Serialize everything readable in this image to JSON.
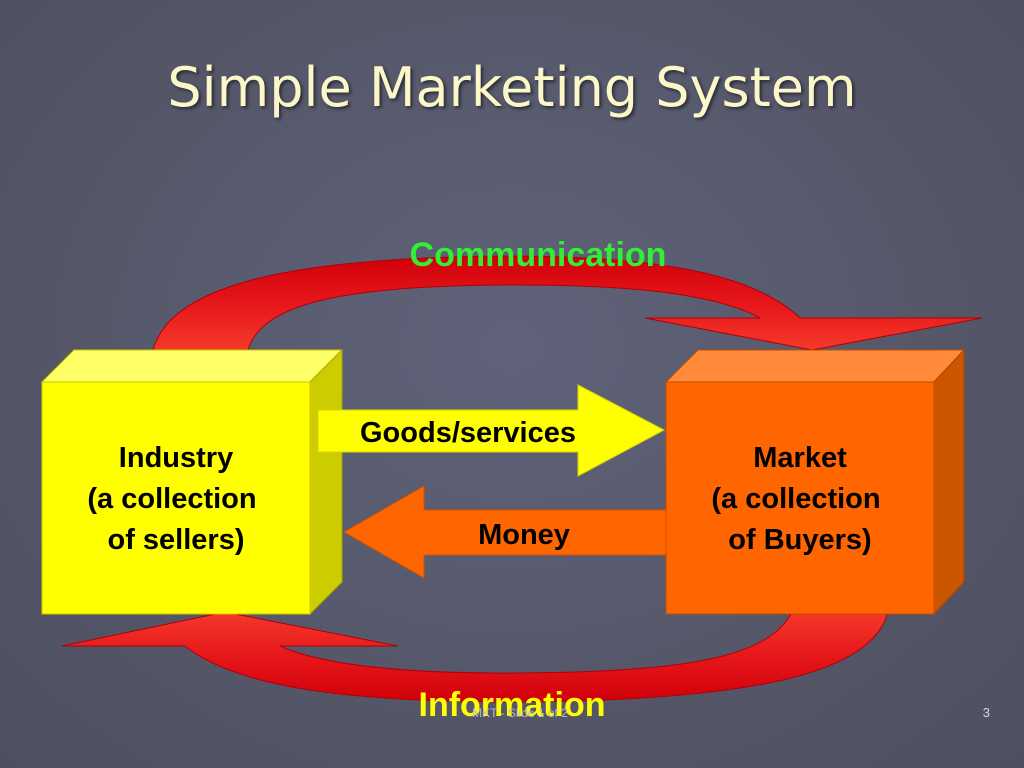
{
  "slide": {
    "title": "Simple Marketing System",
    "footer": "MKT - Slide 1 of 2",
    "slide_number": "3"
  },
  "diagram": {
    "top_flow_label": "Communication",
    "bottom_flow_label": "Information",
    "goods_label": "Goods/services",
    "money_label": "Money",
    "industry": {
      "line1": "Industry",
      "line2": "(a collection",
      "line3": "of sellers)"
    },
    "market": {
      "line1": "Market",
      "line2": "(a collection",
      "line3": "of Buyers)"
    }
  },
  "colors": {
    "background": "#585a6c",
    "title": "#fbf7c8",
    "communication": "#33ee33",
    "information": "#ffff00",
    "flow_arrows": "#e8191c",
    "industry_box": "#ffff00",
    "market_box": "#ff6600",
    "goods_arrow": "#ffff00",
    "money_arrow": "#ff6600"
  }
}
